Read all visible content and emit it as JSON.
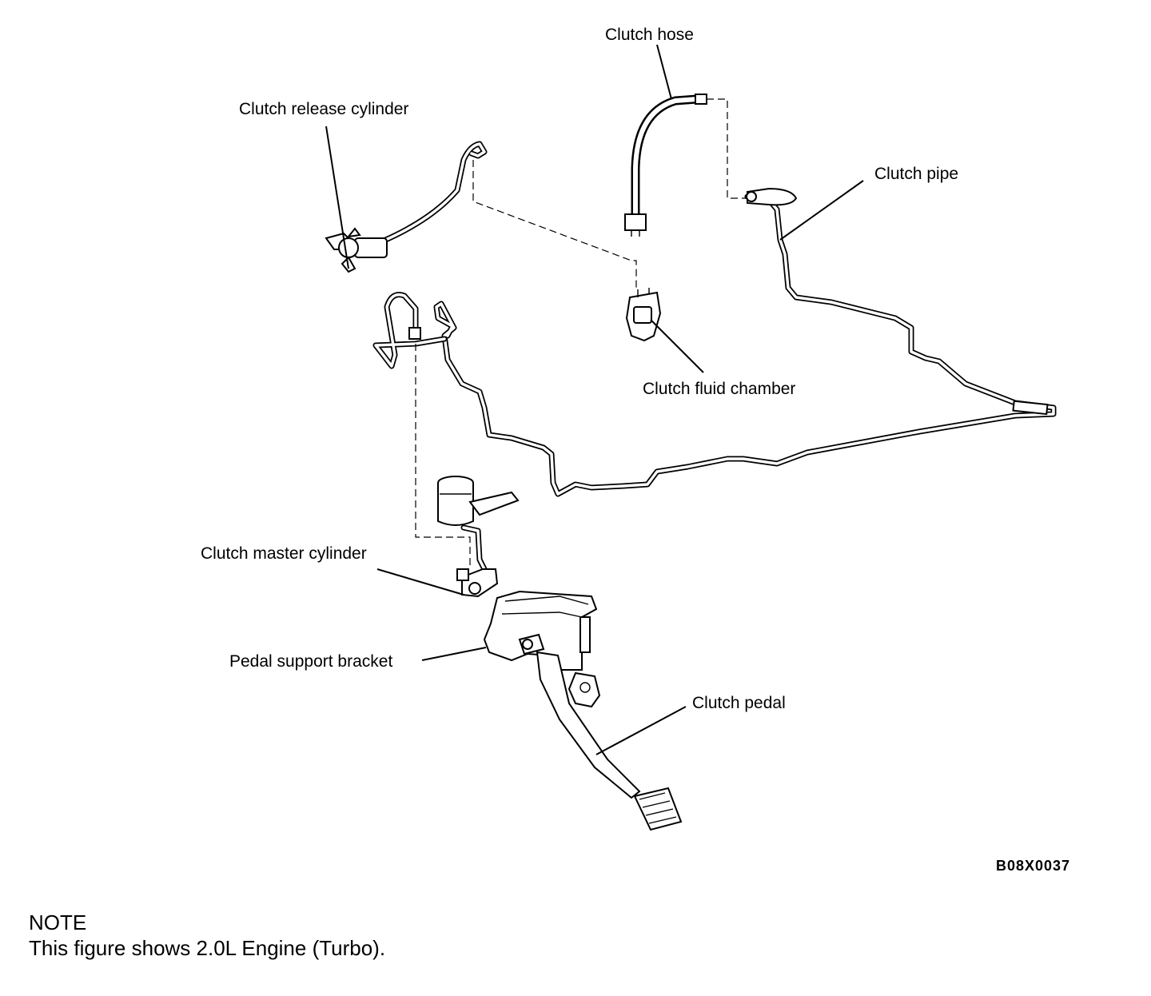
{
  "labels": {
    "clutch_hose": "Clutch hose",
    "clutch_release_cylinder": "Clutch release cylinder",
    "clutch_pipe": "Clutch pipe",
    "clutch_fluid_chamber": "Clutch fluid chamber",
    "clutch_master_cylinder": "Clutch master cylinder",
    "pedal_support_bracket": "Pedal support bracket",
    "clutch_pedal": "Clutch pedal"
  },
  "figure_code": "B08X0037",
  "note": {
    "heading": "NOTE",
    "text": "This figure shows 2.0L Engine (Turbo)."
  }
}
